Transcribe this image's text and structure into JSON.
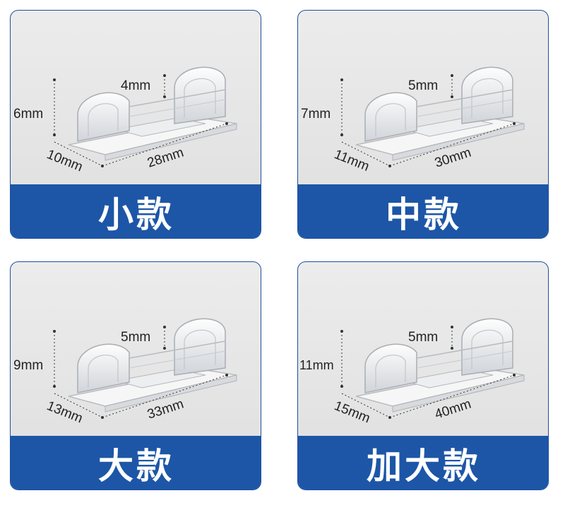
{
  "cards": [
    {
      "title": "小款",
      "height": "6mm",
      "gap": "4mm",
      "width": "10mm",
      "length": "28mm"
    },
    {
      "title": "中款",
      "height": "7mm",
      "gap": "5mm",
      "width": "11mm",
      "length": "30mm"
    },
    {
      "title": "大款",
      "height": "9mm",
      "gap": "5mm",
      "width": "13mm",
      "length": "33mm"
    },
    {
      "title": "加大款",
      "height": "11mm",
      "gap": "5mm",
      "width": "15mm",
      "length": "40mm"
    }
  ],
  "colors": {
    "banner": "#1d56a7",
    "border": "#1f4f9c"
  }
}
